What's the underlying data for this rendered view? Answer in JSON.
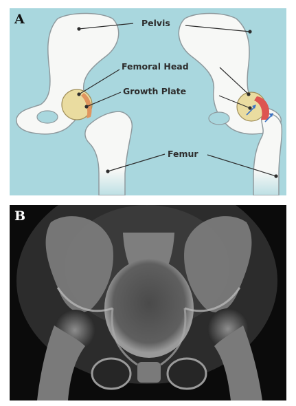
{
  "panels": [
    {
      "letter": "A"
    },
    {
      "letter": "B"
    }
  ],
  "labels": {
    "pelvis": "Pelvis",
    "femoral_head": "Femoral Head",
    "growth_plate": "Growth Plate",
    "femur": "Femur"
  },
  "colors": {
    "diagram_background": "#a9d7de",
    "bone": "#f7f8f6",
    "bone_outline": "#8f9a9e",
    "femoral_head": "#eadca0",
    "growth_plate_normal": "#e0955e",
    "growth_plate_slipped": "#dd5550",
    "arrow": "#3a72c4",
    "xray_background": "#0b0b0b"
  }
}
